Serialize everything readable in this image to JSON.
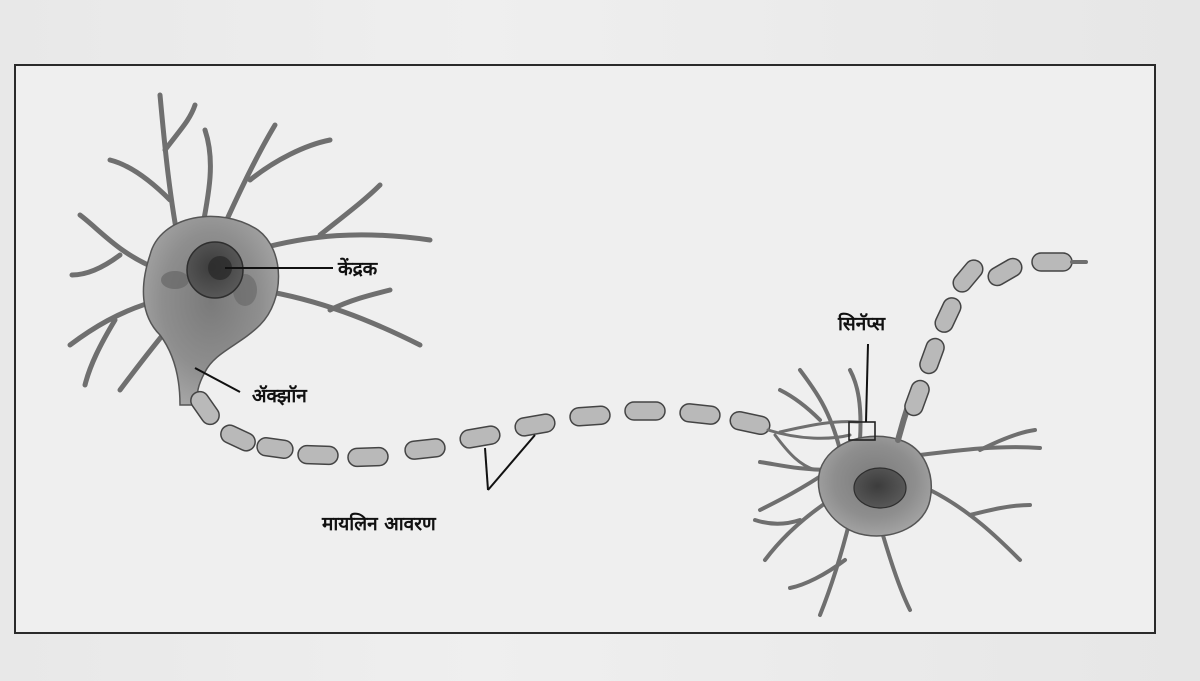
{
  "labels": {
    "nucleus": "केंद्रक",
    "axon": "ॲक्झॉन",
    "synapse": "सिनॅप्स",
    "myelin_sheath": "मायलिन आवरण"
  }
}
